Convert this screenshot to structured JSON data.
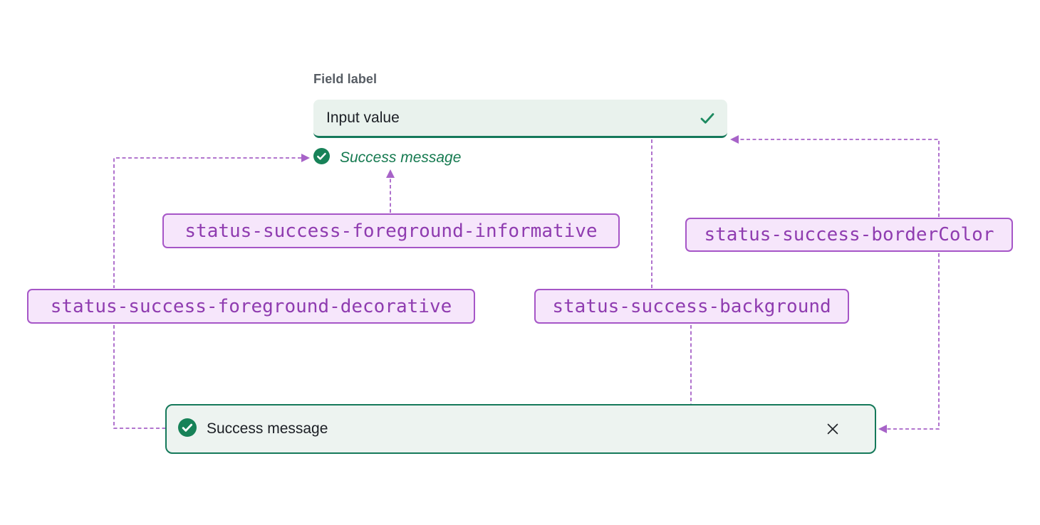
{
  "field": {
    "label": "Field label",
    "input_value": "Input value",
    "success_message": "Success message"
  },
  "alert": {
    "message": "Success message"
  },
  "tokens": {
    "foreground_informative": "status-success-foreground-informative",
    "border_color": "status-success-borderColor",
    "foreground_decorative": "status-success-foreground-decorative",
    "background": "status-success-background"
  },
  "icons": {
    "input_valid": "check-icon",
    "inline_status": "check-circle-icon",
    "alert_status": "check-circle-icon",
    "alert_close": "close-icon"
  },
  "colors": {
    "success_border": "#15795a",
    "success_surface_input": "#e9f2ed",
    "success_surface_alert": "#edf3f0",
    "success_foreground_informative": "#157a50",
    "success_foreground_decorative": "#178258",
    "token_border": "#a656c7",
    "token_background": "#f6e6fb",
    "token_text": "#8f3cb0",
    "connector": "#a763c8",
    "field_label_text": "#575d64",
    "body_text": "#1b1e24"
  }
}
